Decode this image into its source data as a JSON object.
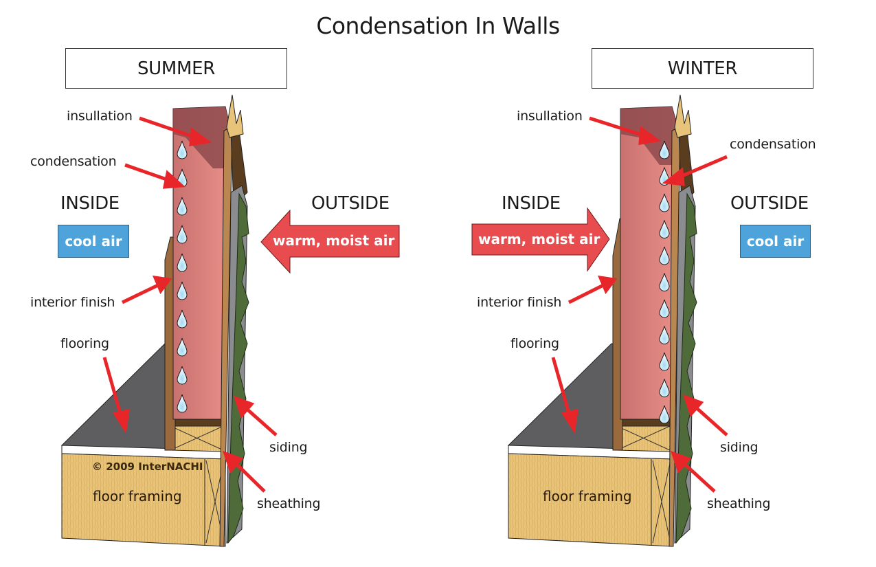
{
  "title": "Condensation In Walls",
  "colors": {
    "arrow_red": "#e8262a",
    "warm_air_red": "#e84c4f",
    "cool_air_blue": "#4fa3db",
    "insulation_pink": "#d9837f",
    "insulation_dark": "#8e4a4c",
    "siding_green": "#4f6b3a",
    "sheathing_gray": "#8a8c90",
    "flooring_gray": "#5e5e60",
    "wood_tan": "#e8c47a",
    "stud_brown": "#9b6a3c",
    "droplet_blue": "#bfe6f7"
  },
  "panels": [
    {
      "season": "SUMMER",
      "inside_label": "INSIDE",
      "outside_label": "OUTSIDE",
      "inside_air": {
        "text": "cool air",
        "type": "box"
      },
      "outside_air": {
        "text": "warm, moist air",
        "type": "arrow",
        "direction": "left"
      },
      "labels": {
        "insulation": "insullation",
        "condensation": "condensation",
        "interior_finish": "interior finish",
        "flooring": "flooring",
        "siding": "siding",
        "sheathing": "sheathing",
        "floor_framing": "floor framing"
      },
      "condensation_side": "interior",
      "droplet_count": 10,
      "copyright": "© 2009  InterNACHI"
    },
    {
      "season": "WINTER",
      "inside_label": "INSIDE",
      "outside_label": "OUTSIDE",
      "inside_air": {
        "text": "warm, moist air",
        "type": "arrow",
        "direction": "right"
      },
      "outside_air": {
        "text": "cool air",
        "type": "box"
      },
      "labels": {
        "insulation": "insullation",
        "condensation": "condensation",
        "interior_finish": "interior finish",
        "flooring": "flooring",
        "siding": "siding",
        "sheathing": "sheathing",
        "floor_framing": "floor framing"
      },
      "condensation_side": "exterior",
      "droplet_count": 11,
      "copyright": ""
    }
  ]
}
